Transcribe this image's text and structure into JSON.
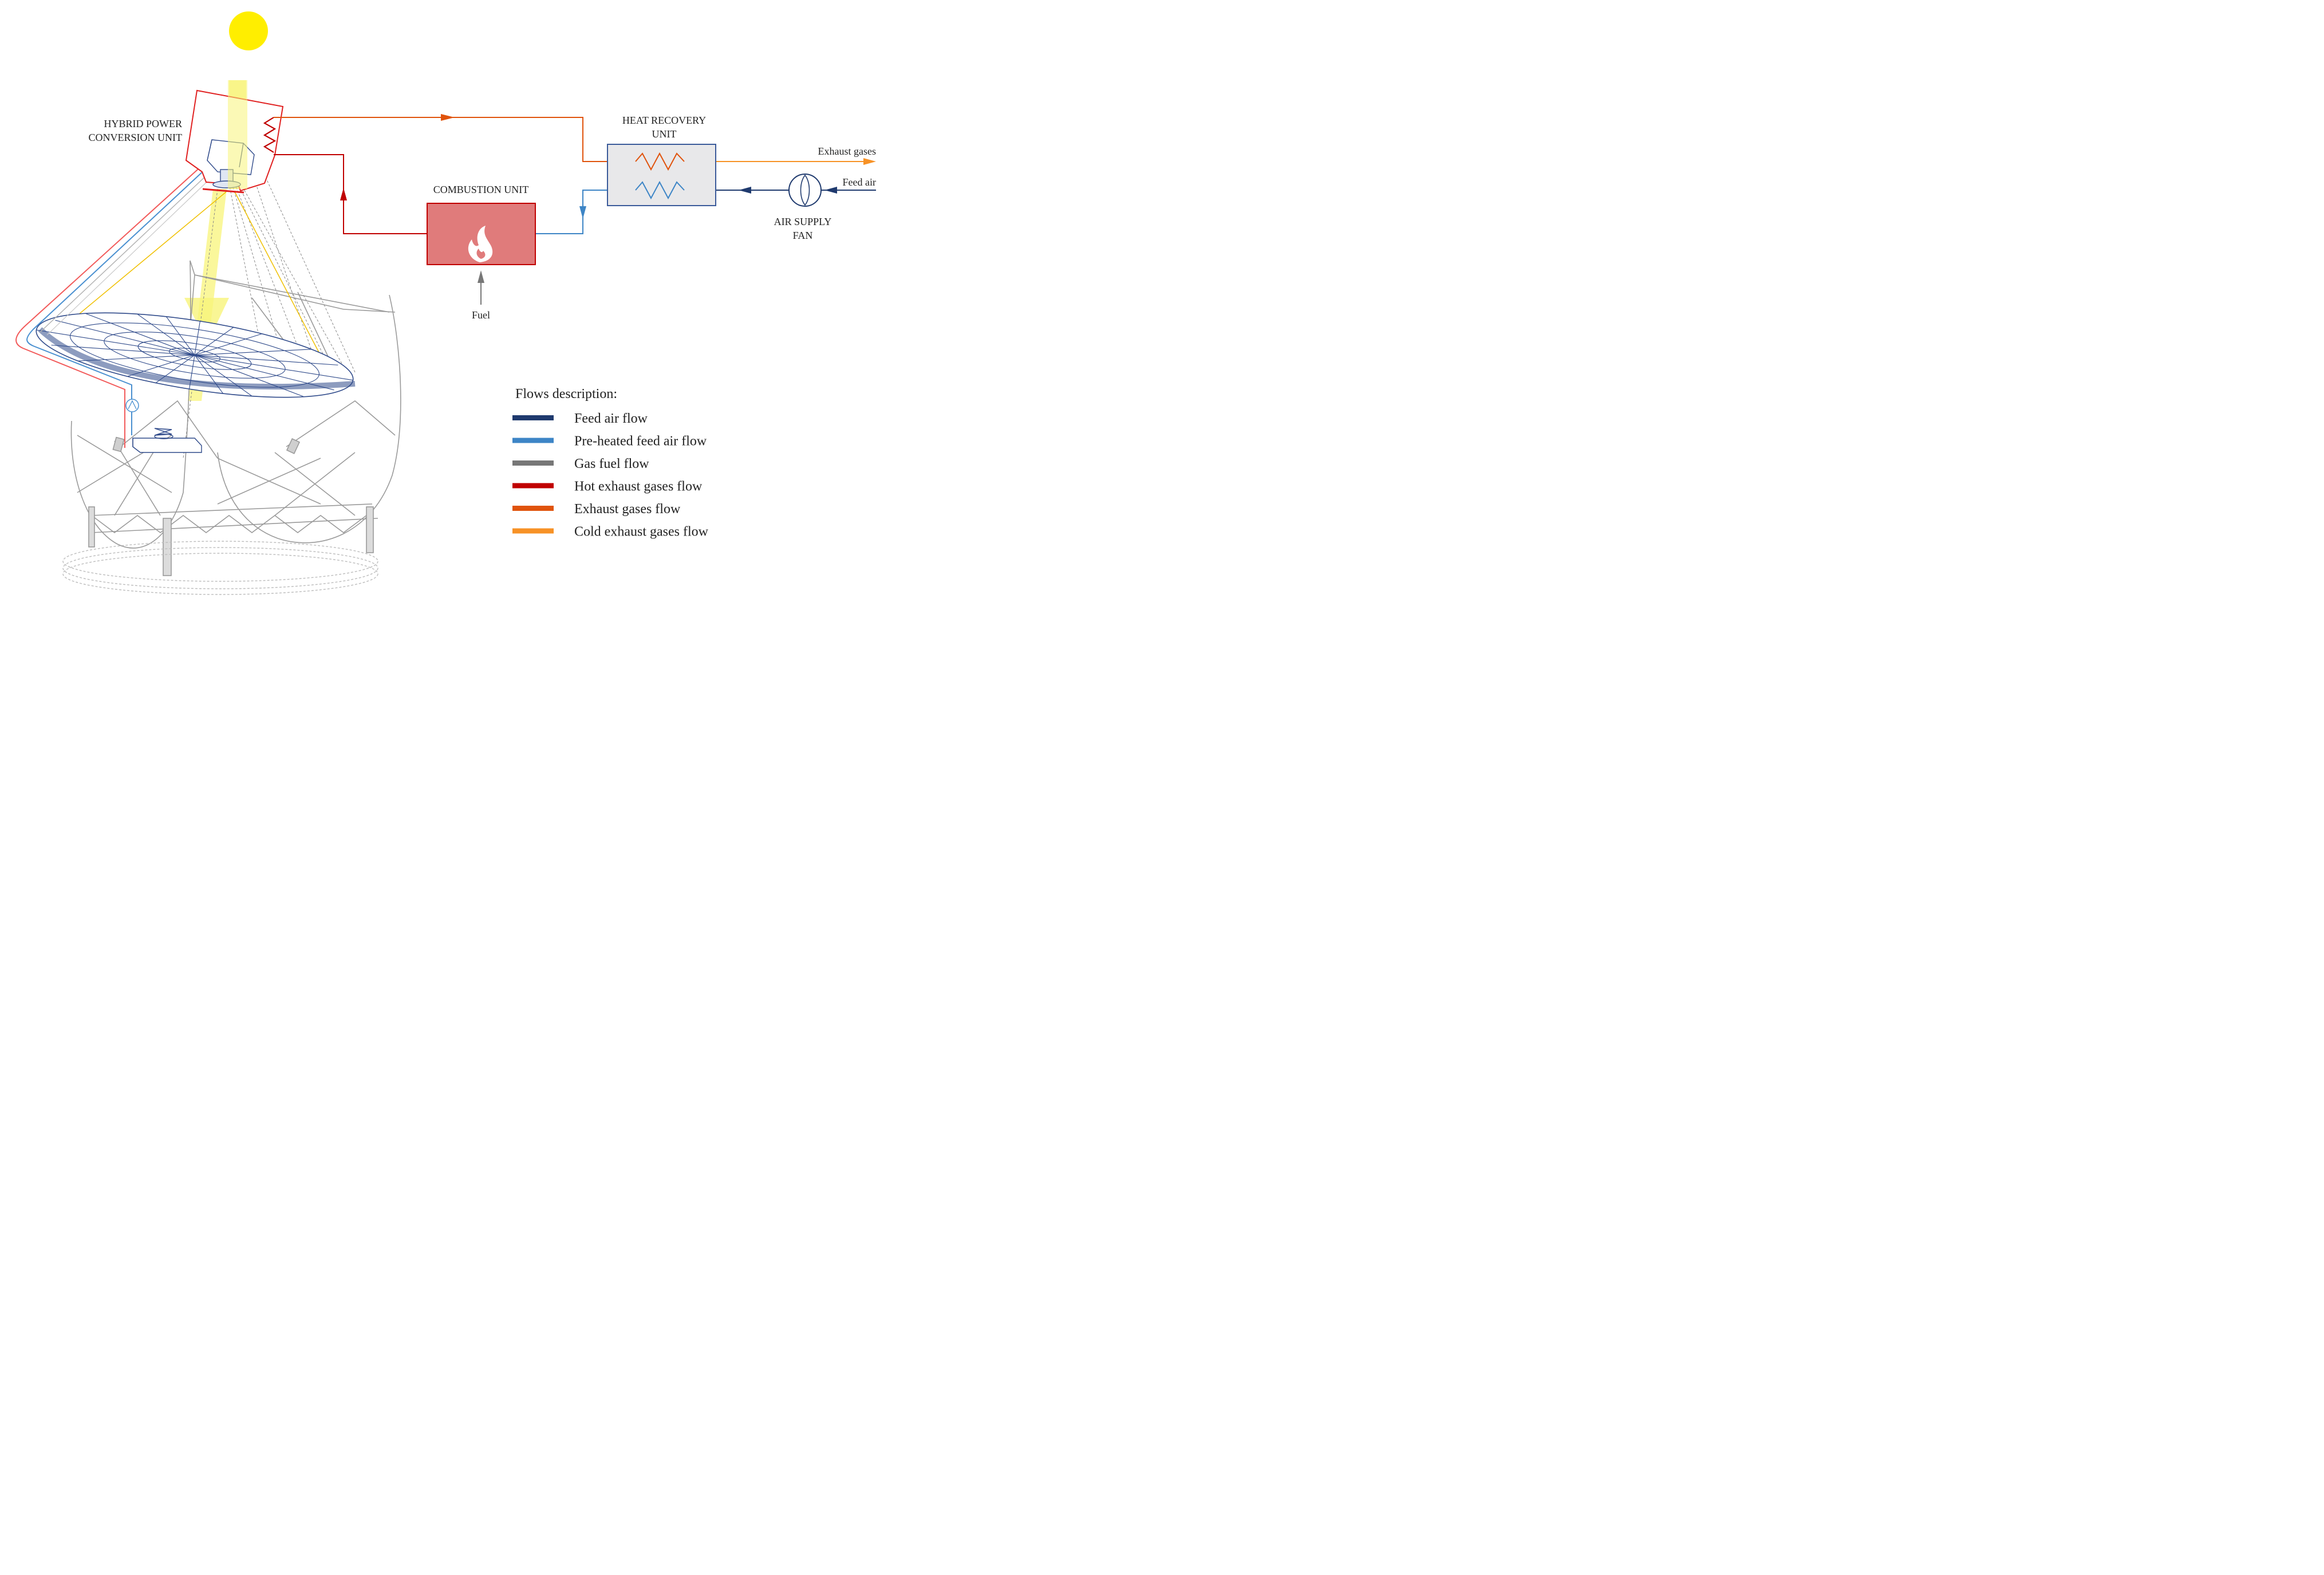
{
  "labels": {
    "hpcu_line1": "HYBRID POWER",
    "hpcu_line2": "CONVERSION UNIT",
    "hru_line1": "HEAT RECOVERY",
    "hru_line2": "UNIT",
    "combustion": "COMBUSTION UNIT",
    "fuel": "Fuel",
    "exhaust_gases": "Exhaust gases",
    "feed_air": "Feed air",
    "fan_line1": "AIR SUPPLY",
    "fan_line2": "FAN"
  },
  "legend": {
    "title": "Flows description:",
    "items": [
      {
        "label": "Feed air flow",
        "color": "#1f3a6e"
      },
      {
        "label": "Pre-heated feed air flow",
        "color": "#3d85c6"
      },
      {
        "label": "Gas fuel flow",
        "color": "#777777"
      },
      {
        "label": "Hot exhaust gases flow",
        "color": "#c00000"
      },
      {
        "label": "Exhaust gases flow",
        "color": "#e0530c"
      },
      {
        "label": "Cold exhaust gases flow",
        "color": "#f79226"
      }
    ]
  },
  "colors": {
    "sun": "#ffee00",
    "sunbeam": "#f8f47a",
    "combustion_fill": "#e07b7b",
    "combustion_stroke": "#c00000",
    "hru_fill": "#e8e8ea",
    "hru_stroke": "#3a5a9a",
    "structure": "#9a9a9a",
    "dish": "#2f4a8a",
    "hpcu": "#e02020"
  },
  "icons": {
    "flame": "flame-icon",
    "fan": "fan-icon",
    "sun": "sun-icon"
  }
}
